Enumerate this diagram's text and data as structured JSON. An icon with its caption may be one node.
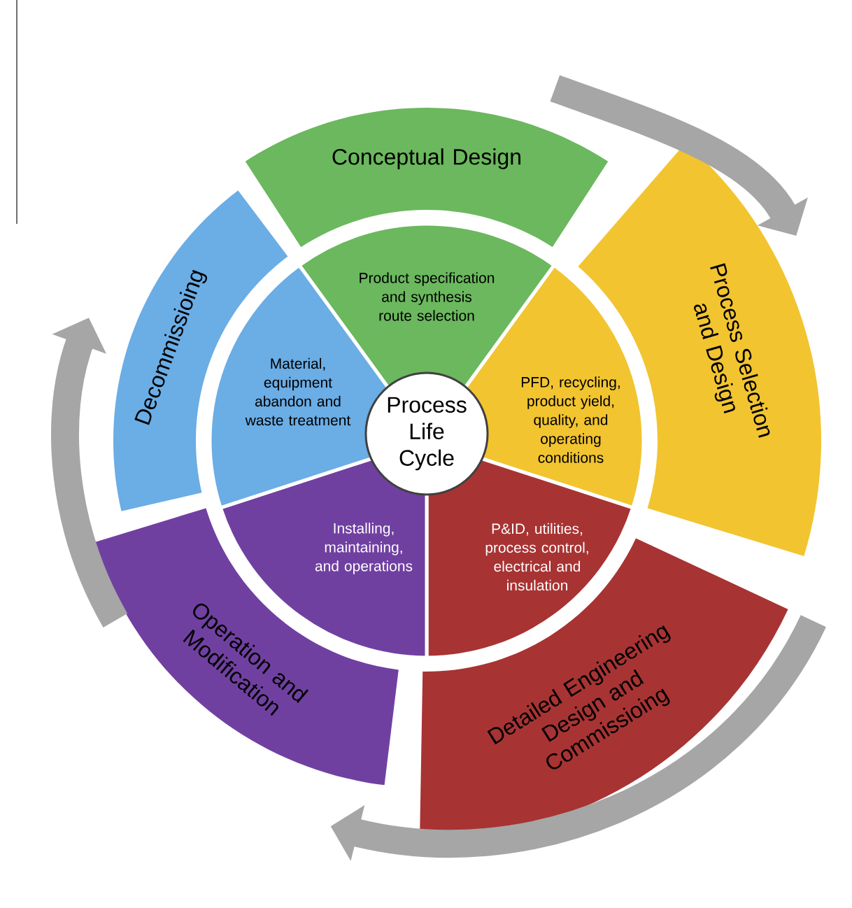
{
  "diagram": {
    "nodes": [
      {
        "text": [
          "Process Life Cycle"
        ]
      },
      {
        "text": [
          "Product specification and synthesis route selection"
        ]
      },
      {
        "text": [
          "PFD, recycling, product yield, quality, and operating conditions"
        ]
      },
      {
        "text": [
          "P&ID, utilities, process control, electrical and insulation"
        ]
      },
      {
        "text": [
          "Installing, maintaining, and operations"
        ]
      },
      {
        "text": [
          "Material, equipment abandon and waste treatment"
        ]
      },
      {
        "text": [
          "Conceptual Design"
        ]
      },
      {
        "text": [
          "Process Selection and Design"
        ]
      },
      {
        "text": [
          "Detailed Engineering Design and Commissioing"
        ]
      },
      {
        "text": [
          "Operation and Modification"
        ]
      },
      {
        "text": [
          "Decommissioing"
        ]
      }
    ],
    "edges": [
      {
        "from": 6,
        "to": 7,
        "arrow": "to"
      },
      {
        "from": 8,
        "to": 9,
        "arrow": "to"
      },
      {
        "from": 9,
        "to": 10,
        "arrow": "to"
      }
    ]
  }
}
